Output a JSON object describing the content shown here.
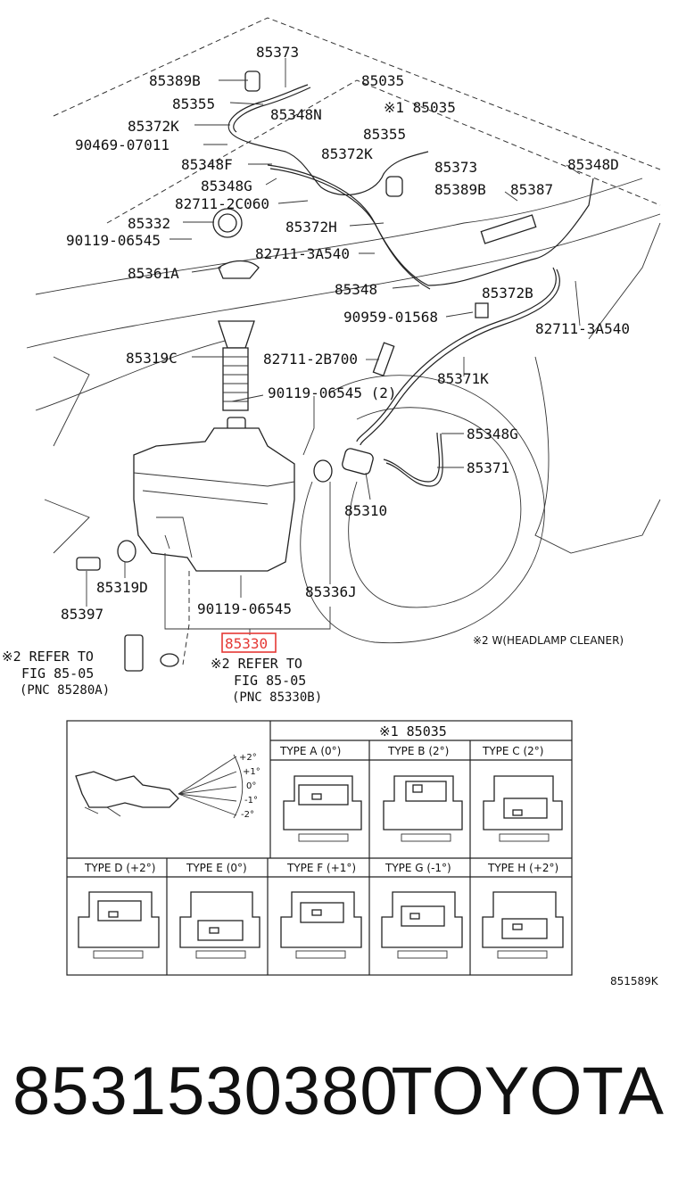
{
  "labels": {
    "l85373a": "85373",
    "l85389b_a": "85389B",
    "l85035_a": "85035",
    "l85355_a": "85355",
    "l85348n": "85348N",
    "l85035_b": "※1 85035",
    "l85372k_a": "85372K",
    "l90469": "90469-07011",
    "l85355_b": "85355",
    "l85348f": "85348F",
    "l85372k_b": "85372K",
    "l85373_b": "85373",
    "l85348d": "85348D",
    "l85348g_a": "85348G",
    "l85389b_b": "85389B",
    "l85387": "85387",
    "l82711_2c060": "82711-2C060",
    "l85332": "85332",
    "l85372h": "85372H",
    "l90119_a": "90119-06545",
    "l82711_3a540_a": "82711-3A540",
    "l85361a": "85361A",
    "l85348": "85348",
    "l85372b": "85372B",
    "l90959": "90959-01568",
    "l82711_3a540_b": "82711-3A540",
    "l85319c": "85319C",
    "l82711_2b700": "82711-2B700",
    "l85371k": "85371K",
    "l90119_b": "90119-06545 (2)",
    "l85348g_b": "85348G",
    "l85371": "85371",
    "l85310": "85310",
    "l85319d": "85319D",
    "l85336j": "85336J",
    "l85397": "85397",
    "l90119_c": "90119-06545",
    "l85330": "85330",
    "ref_left_1": "※2 REFER TO",
    "ref_left_2": "FIG 85-05",
    "ref_left_3": "(PNC 85280A)",
    "ref_right_1": "※2 REFER TO",
    "ref_right_2": "FIG 85-05",
    "ref_right_3": "(PNC 85330B)",
    "note_headlamp": "※2  W(HEADLAMP CLEANER)"
  },
  "table": {
    "title": "※1 85035",
    "angles": [
      "+2°",
      "+1°",
      "0°",
      "-1°",
      "-2°"
    ],
    "row1": [
      "TYPE A (0°)",
      "TYPE B (2°)",
      "TYPE C (2°)"
    ],
    "row2": [
      "TYPE D (+2°)",
      "TYPE E (0°)",
      "TYPE F (+1°)",
      "TYPE G (-1°)",
      "TYPE H (+2°)"
    ],
    "code": "851589K"
  },
  "footer": {
    "part_number": "8531530380",
    "brand": "TOYOTA"
  },
  "colors": {
    "highlight": "#e53935"
  }
}
